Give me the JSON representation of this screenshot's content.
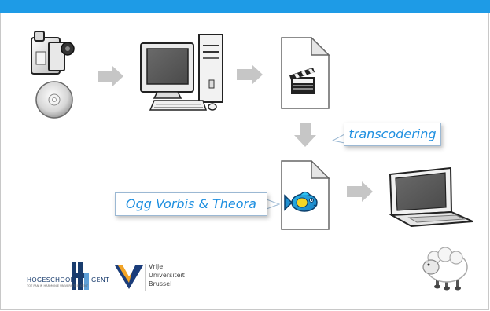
{
  "callouts": {
    "transcoding": "transcodering",
    "formats": "Ogg Vorbis & Theora"
  },
  "logos": {
    "hogeschool": {
      "left_text": "HOGESCHOOL",
      "right_text": "GENT",
      "tagline": "TOT PAN IN HARMONIE UNIVERSITEIT GENT"
    },
    "vub": {
      "line1": "Vrije",
      "line2": "Universiteit",
      "line3": "Brussel"
    }
  },
  "colors": {
    "accent": "#1e9be6",
    "arrow": "#c6c6c6",
    "callout_text": "#1e8fe0"
  }
}
